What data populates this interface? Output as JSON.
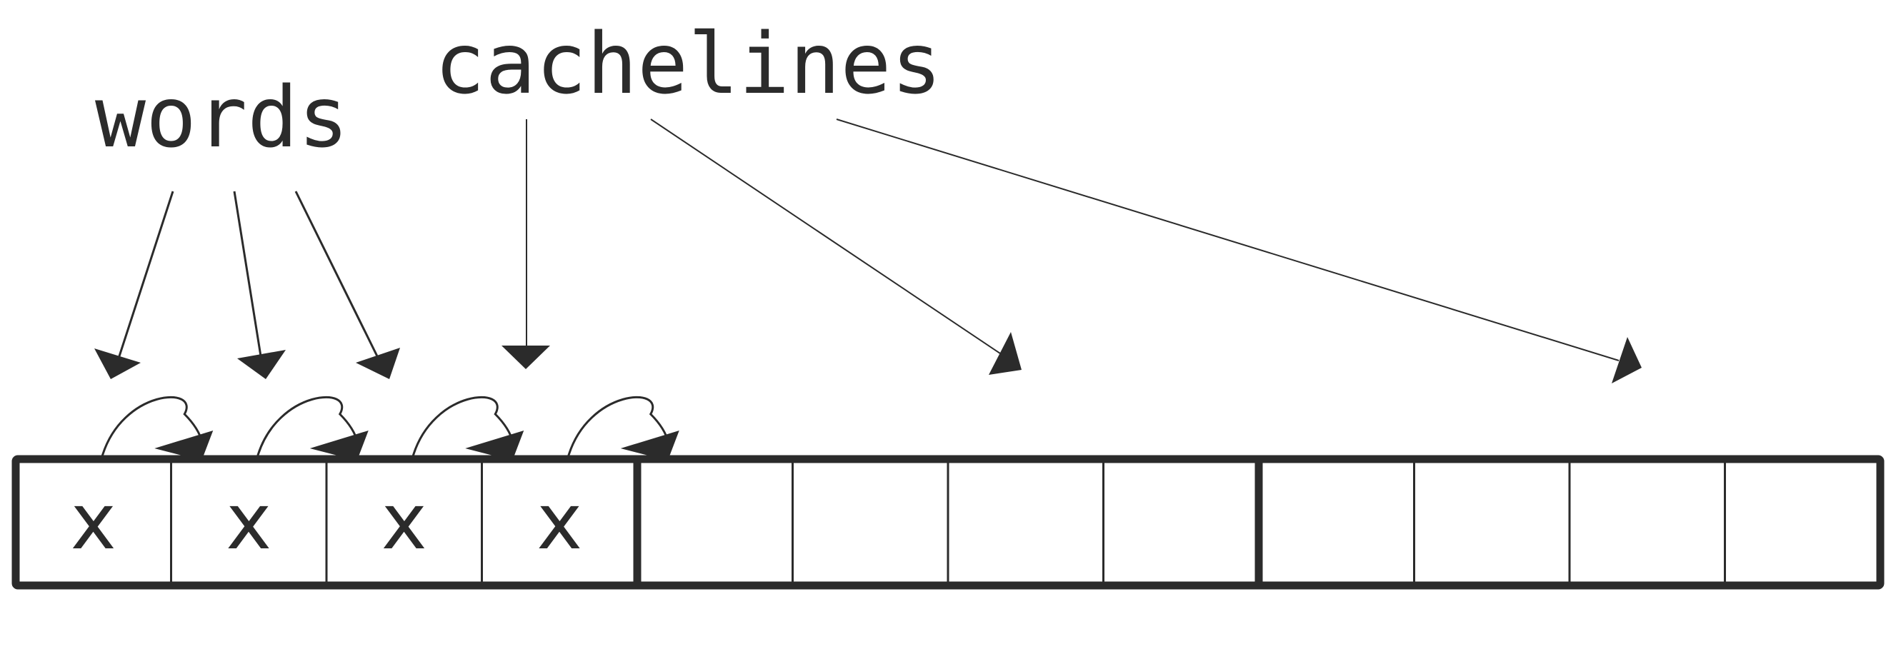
{
  "labels": {
    "words": "words",
    "cachelines": "cachelines"
  },
  "memory": {
    "cachelines": 3,
    "words_per_cacheline": 4,
    "marked_words": [
      0,
      1,
      2,
      3
    ],
    "mark_symbol": "x"
  },
  "colors": {
    "ink": "#2b2b2b",
    "background": "#ffffff"
  }
}
